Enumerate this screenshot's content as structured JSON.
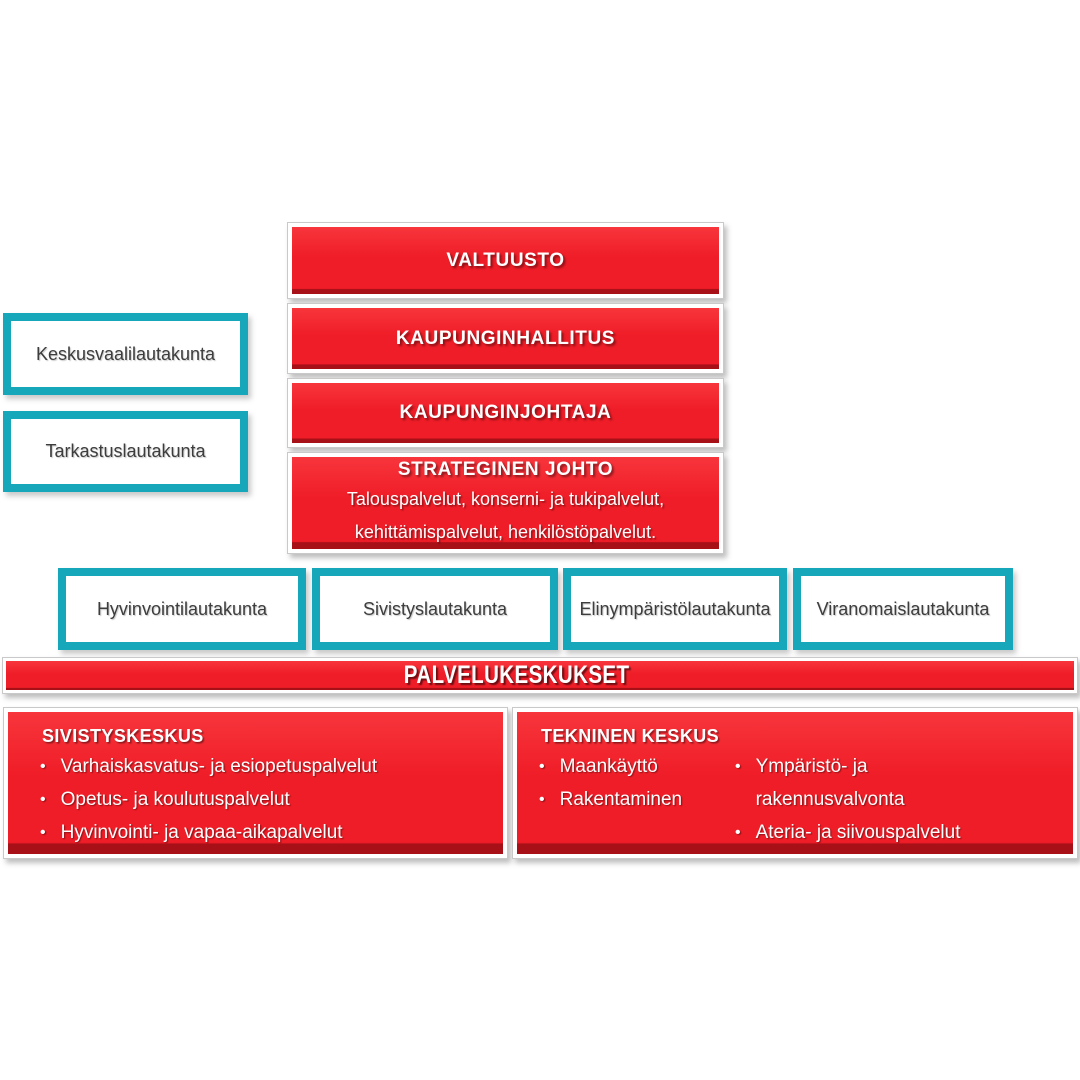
{
  "colors": {
    "red": "#ef1d27",
    "red-top": "#f8353c",
    "red-dark": "#a81018",
    "teal": "#17a7ba",
    "ink": "#3d3d3d"
  },
  "governance_chain": {
    "valtuusto": "VALTUUSTO",
    "kaupunginhallitus": "KAUPUNGINHALLITUS",
    "kaupunginjohtaja": "KAUPUNGINJOHTAJA",
    "strateginen_johto": {
      "title": "STRATEGINEN JOHTO",
      "line1": "Talouspalvelut, konserni- ja tukipalvelut,",
      "line2": "kehittämispalvelut, henkilöstöpalvelut."
    }
  },
  "independent_boards": {
    "keskusvaalilautakunta": "Keskusvaalilautakunta",
    "tarkastuslautakunta": "Tarkastuslautakunta"
  },
  "committees": [
    "Hyvinvointilautakunta",
    "Sivistyslautakunta",
    "Elinympäristölautakunta",
    "Viranomaislautakunta"
  ],
  "banner": {
    "title": "PALVELUKESKUKSET"
  },
  "service_centers": {
    "sivistyskeskus": {
      "title": "SIVISTYSKESKUS",
      "items": [
        "Varhaiskasvatus- ja esiopetuspalvelut",
        "Opetus- ja koulutuspalvelut",
        "Hyvinvointi- ja vapaa-aikapalvelut"
      ]
    },
    "tekninen_keskus": {
      "title": "TEKNINEN KESKUS",
      "column1": [
        "Maankäyttö",
        "Rakentaminen"
      ],
      "column2": [
        "Ympäristö- ja rakennusvalvonta",
        "Ateria- ja siivouspalvelut"
      ]
    }
  }
}
